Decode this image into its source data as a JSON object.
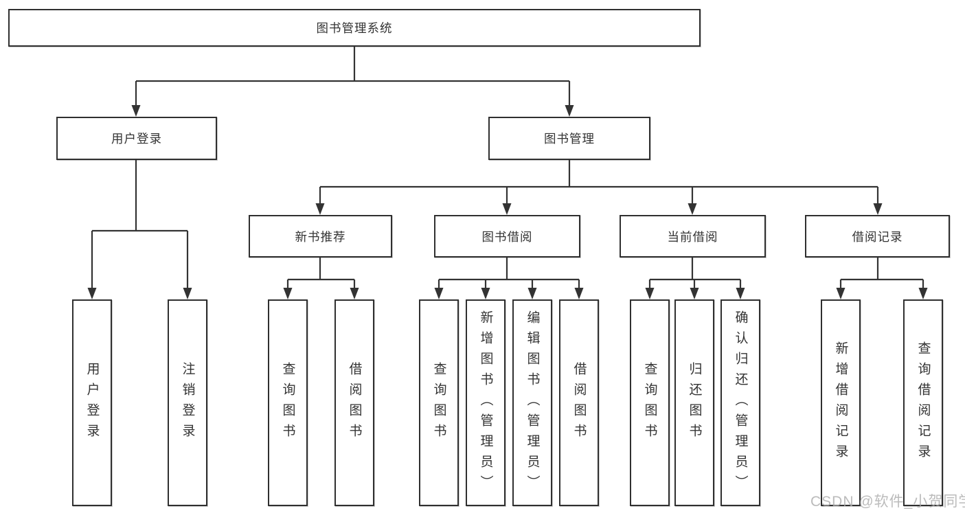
{
  "tree": {
    "root": {
      "label": "图书管理系统",
      "children": [
        {
          "label": "用户登录",
          "children": [
            {
              "label": "用户登录"
            },
            {
              "label": "注销登录"
            }
          ]
        },
        {
          "label": "图书管理",
          "children": [
            {
              "label": "新书推荐",
              "children": [
                {
                  "label": "查询图书"
                },
                {
                  "label": "借阅图书"
                }
              ]
            },
            {
              "label": "图书借阅",
              "children": [
                {
                  "label": "查询图书"
                },
                {
                  "label": "新增图书（管理员）"
                },
                {
                  "label": "编辑图书（管理员）"
                },
                {
                  "label": "借阅图书"
                }
              ]
            },
            {
              "label": "当前借阅",
              "children": [
                {
                  "label": "查询图书"
                },
                {
                  "label": "归还图书"
                },
                {
                  "label": "确认归还（管理员）"
                }
              ]
            },
            {
              "label": "借阅记录",
              "children": [
                {
                  "label": "新增借阅记录"
                },
                {
                  "label": "查询借阅记录"
                }
              ]
            }
          ]
        }
      ]
    }
  },
  "watermark": {
    "text": "CSDN @软件_小贺同学"
  },
  "colors": {
    "background": "#ffffff",
    "box_border": "#2f2f2f",
    "line": "#333333",
    "text": "#333333",
    "watermark": "#ababab"
  }
}
